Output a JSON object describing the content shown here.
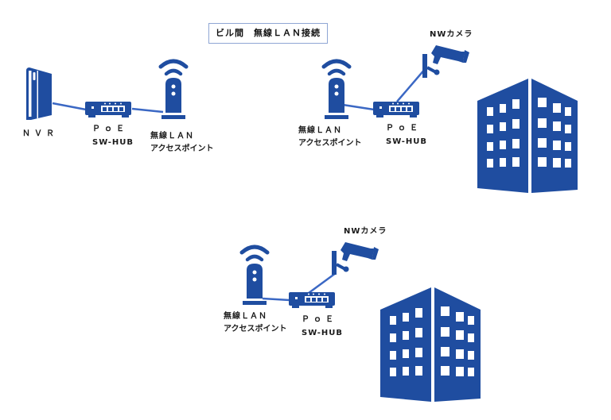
{
  "title": "ビル間　無線ＬＡＮ接続",
  "colors": {
    "device": "#1f4da0",
    "cable": "#3b68c4",
    "title_border": "#8fa6d4"
  },
  "site_a": {
    "nvr": {
      "label": "ＮＶＲ",
      "icon": "nvr-icon"
    },
    "hub": {
      "label_line1": "ＰｏＥ",
      "label_line2": "SW-HUB",
      "icon": "poe-switch-icon"
    },
    "ap": {
      "label_line1": "無線ＬＡＮ",
      "label_line2": "アクセスポイント",
      "icon": "wireless-access-point-icon"
    }
  },
  "site_b": {
    "camera": {
      "label": "NWカメラ",
      "icon": "network-camera-icon"
    },
    "hub": {
      "label_line1": "ＰｏＥ",
      "label_line2": "SW-HUB",
      "icon": "poe-switch-icon"
    },
    "ap": {
      "label_line1": "無線ＬＡＮ",
      "label_line2": "アクセスポイント",
      "icon": "wireless-access-point-icon"
    },
    "building": {
      "icon": "building-icon"
    }
  },
  "site_c": {
    "camera": {
      "label": "NWカメラ",
      "icon": "network-camera-icon"
    },
    "hub": {
      "label_line1": "ＰｏＥ",
      "label_line2": "SW-HUB",
      "icon": "poe-switch-icon"
    },
    "ap": {
      "label_line1": "無線ＬＡＮ",
      "label_line2": "アクセスポイント",
      "icon": "wireless-access-point-icon"
    },
    "building": {
      "icon": "building-icon"
    }
  }
}
